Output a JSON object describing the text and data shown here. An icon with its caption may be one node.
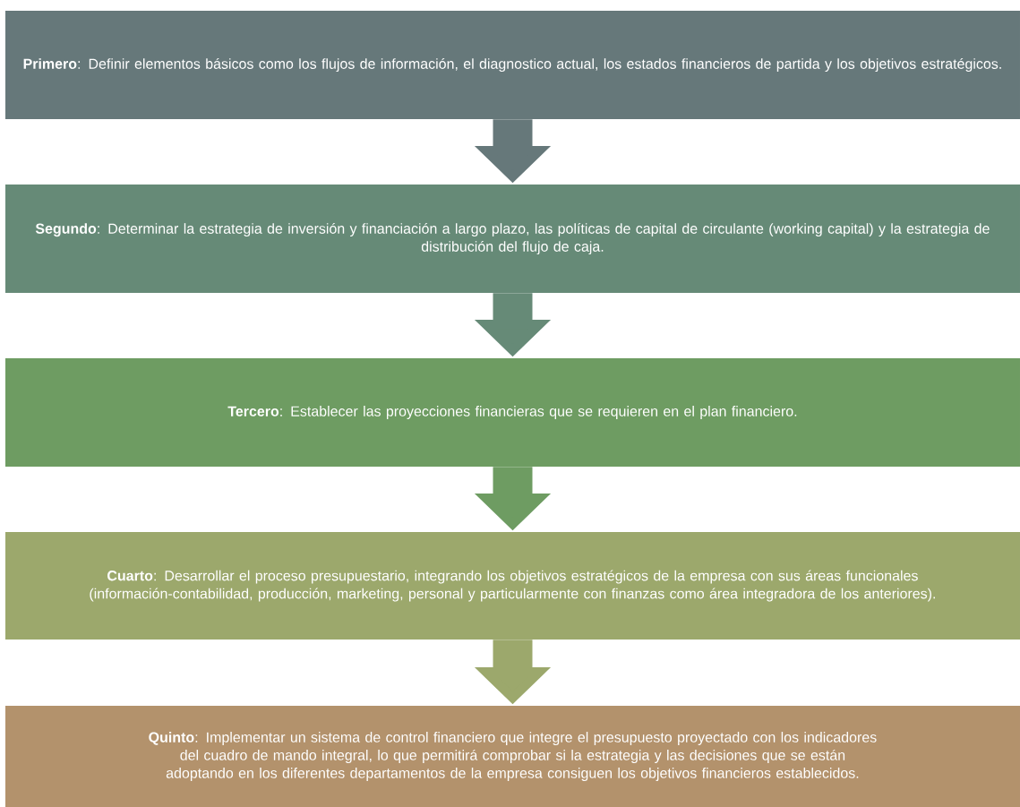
{
  "diagram": {
    "nodes": [
      {
        "text": [
          "**Primero**: Definir elementos básicos como los flujos de información, el diagnostico actual, los estados financieros de partida y los objetivos estratégicos."
        ]
      },
      {
        "text": [
          "**Segundo**: Determinar la estrategia de inversión y financiación a largo plazo, las políticas de capital de circulante (working capital) y la estrategia de distribución del flujo de caja."
        ]
      },
      {
        "text": [
          "**Tercero**: Establecer las proyecciones financieras que se requieren en el plan financiero."
        ]
      },
      {
        "text": [
          "**Cuarto**: Desarrollar el proceso presupuestario, integrando los objetivos estratégicos de la empresa con sus áreas funcionales (información-contabilidad, producción, marketing, personal y particularmente con finanzas como área integradora de los anteriores)."
        ]
      },
      {
        "text": [
          "**Quinto**: Implementar un sistema de control financiero que integre el presupuesto proyectado con los indicadores del cuadro de mando integral, lo que permitirá comprobar si la estrategia y las decisiones que se están adoptando en los diferentes departamentos de la empresa consiguen los objetivos financieros establecidos."
        ]
      }
    ],
    "edges": [
      {
        "from": 0,
        "to": 1,
        "arrow": "to",
        "color": "#66787a"
      },
      {
        "from": 1,
        "to": 2,
        "arrow": "to",
        "color": "#668a77"
      },
      {
        "from": 2,
        "to": 3,
        "arrow": "to",
        "color": "#6e9c62"
      },
      {
        "from": 3,
        "to": 4,
        "arrow": "to",
        "color": "#9ca86c"
      }
    ]
  }
}
